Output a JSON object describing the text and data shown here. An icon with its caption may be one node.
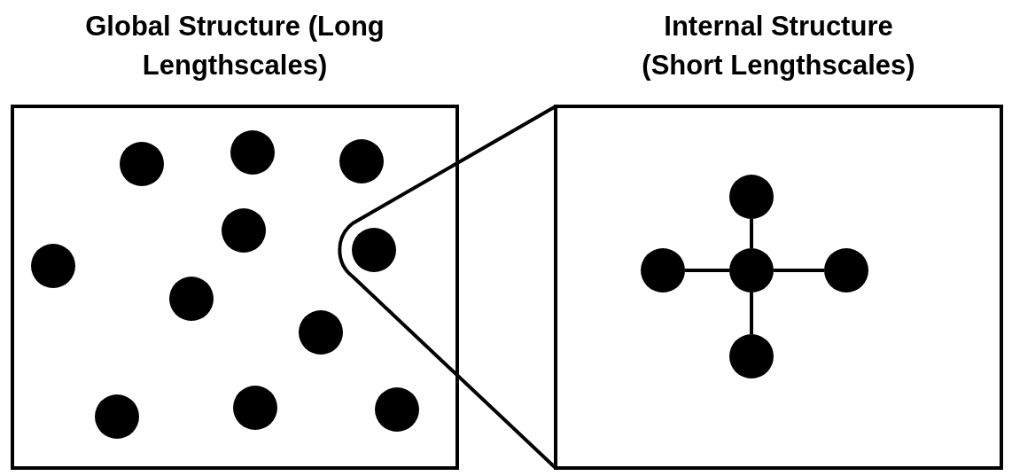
{
  "diagram": {
    "nodes": [
      {
        "text": [
          "Global Structure (Long Lengthscales)"
        ]
      },
      {
        "text": [],
        "shape": "circle",
        "in": 0
      },
      {
        "text": [],
        "shape": "circle",
        "in": 0
      },
      {
        "text": [],
        "shape": "circle",
        "in": 0
      },
      {
        "text": [],
        "shape": "circle",
        "in": 0
      },
      {
        "text": [],
        "shape": "circle",
        "in": 0
      },
      {
        "text": [],
        "shape": "circle",
        "in": 0
      },
      {
        "text": [],
        "shape": "circle",
        "in": 0
      },
      {
        "text": [],
        "shape": "circle",
        "in": 0
      },
      {
        "text": [],
        "shape": "circle",
        "in": 0
      },
      {
        "text": [],
        "shape": "circle",
        "in": 0
      },
      {
        "text": [],
        "shape": "circle",
        "in": 0
      },
      {
        "text": [
          "Internal Structure (Short Lengthscales)"
        ]
      },
      {
        "text": [],
        "shape": "circle",
        "in": 12
      },
      {
        "text": [],
        "shape": "circle",
        "in": 12
      },
      {
        "text": [],
        "shape": "circle",
        "in": 12
      },
      {
        "text": [],
        "shape": "circle",
        "in": 12
      },
      {
        "text": [],
        "shape": "circle",
        "in": 12
      }
    ],
    "edges": [
      {
        "from": null,
        "to": 12,
        "arrow": "none"
      },
      {
        "from": 15,
        "to": 13,
        "arrow": "none"
      },
      {
        "from": 15,
        "to": 14,
        "arrow": "none"
      },
      {
        "from": 15,
        "to": 16,
        "arrow": "none"
      },
      {
        "from": 15,
        "to": 17,
        "arrow": "none"
      }
    ]
  }
}
